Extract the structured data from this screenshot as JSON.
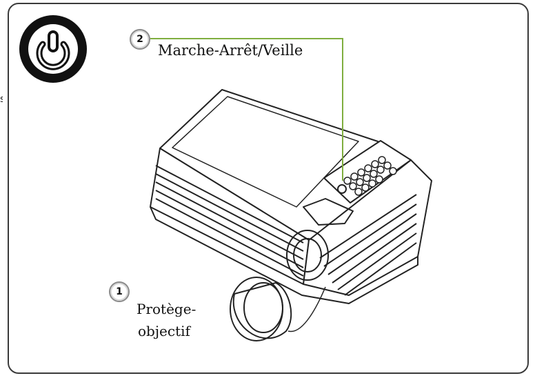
{
  "callouts": [
    {
      "number": "1",
      "label_line1": "Protège-",
      "label_line2": "objectif"
    },
    {
      "number": "2",
      "label": "Marche-Arrêt/Veille"
    }
  ],
  "margin_text": "s",
  "icons": {
    "badge": "power-icon"
  },
  "colors": {
    "leader_line": "#7fae3f",
    "outline": "#222222",
    "badge": "#111111"
  }
}
